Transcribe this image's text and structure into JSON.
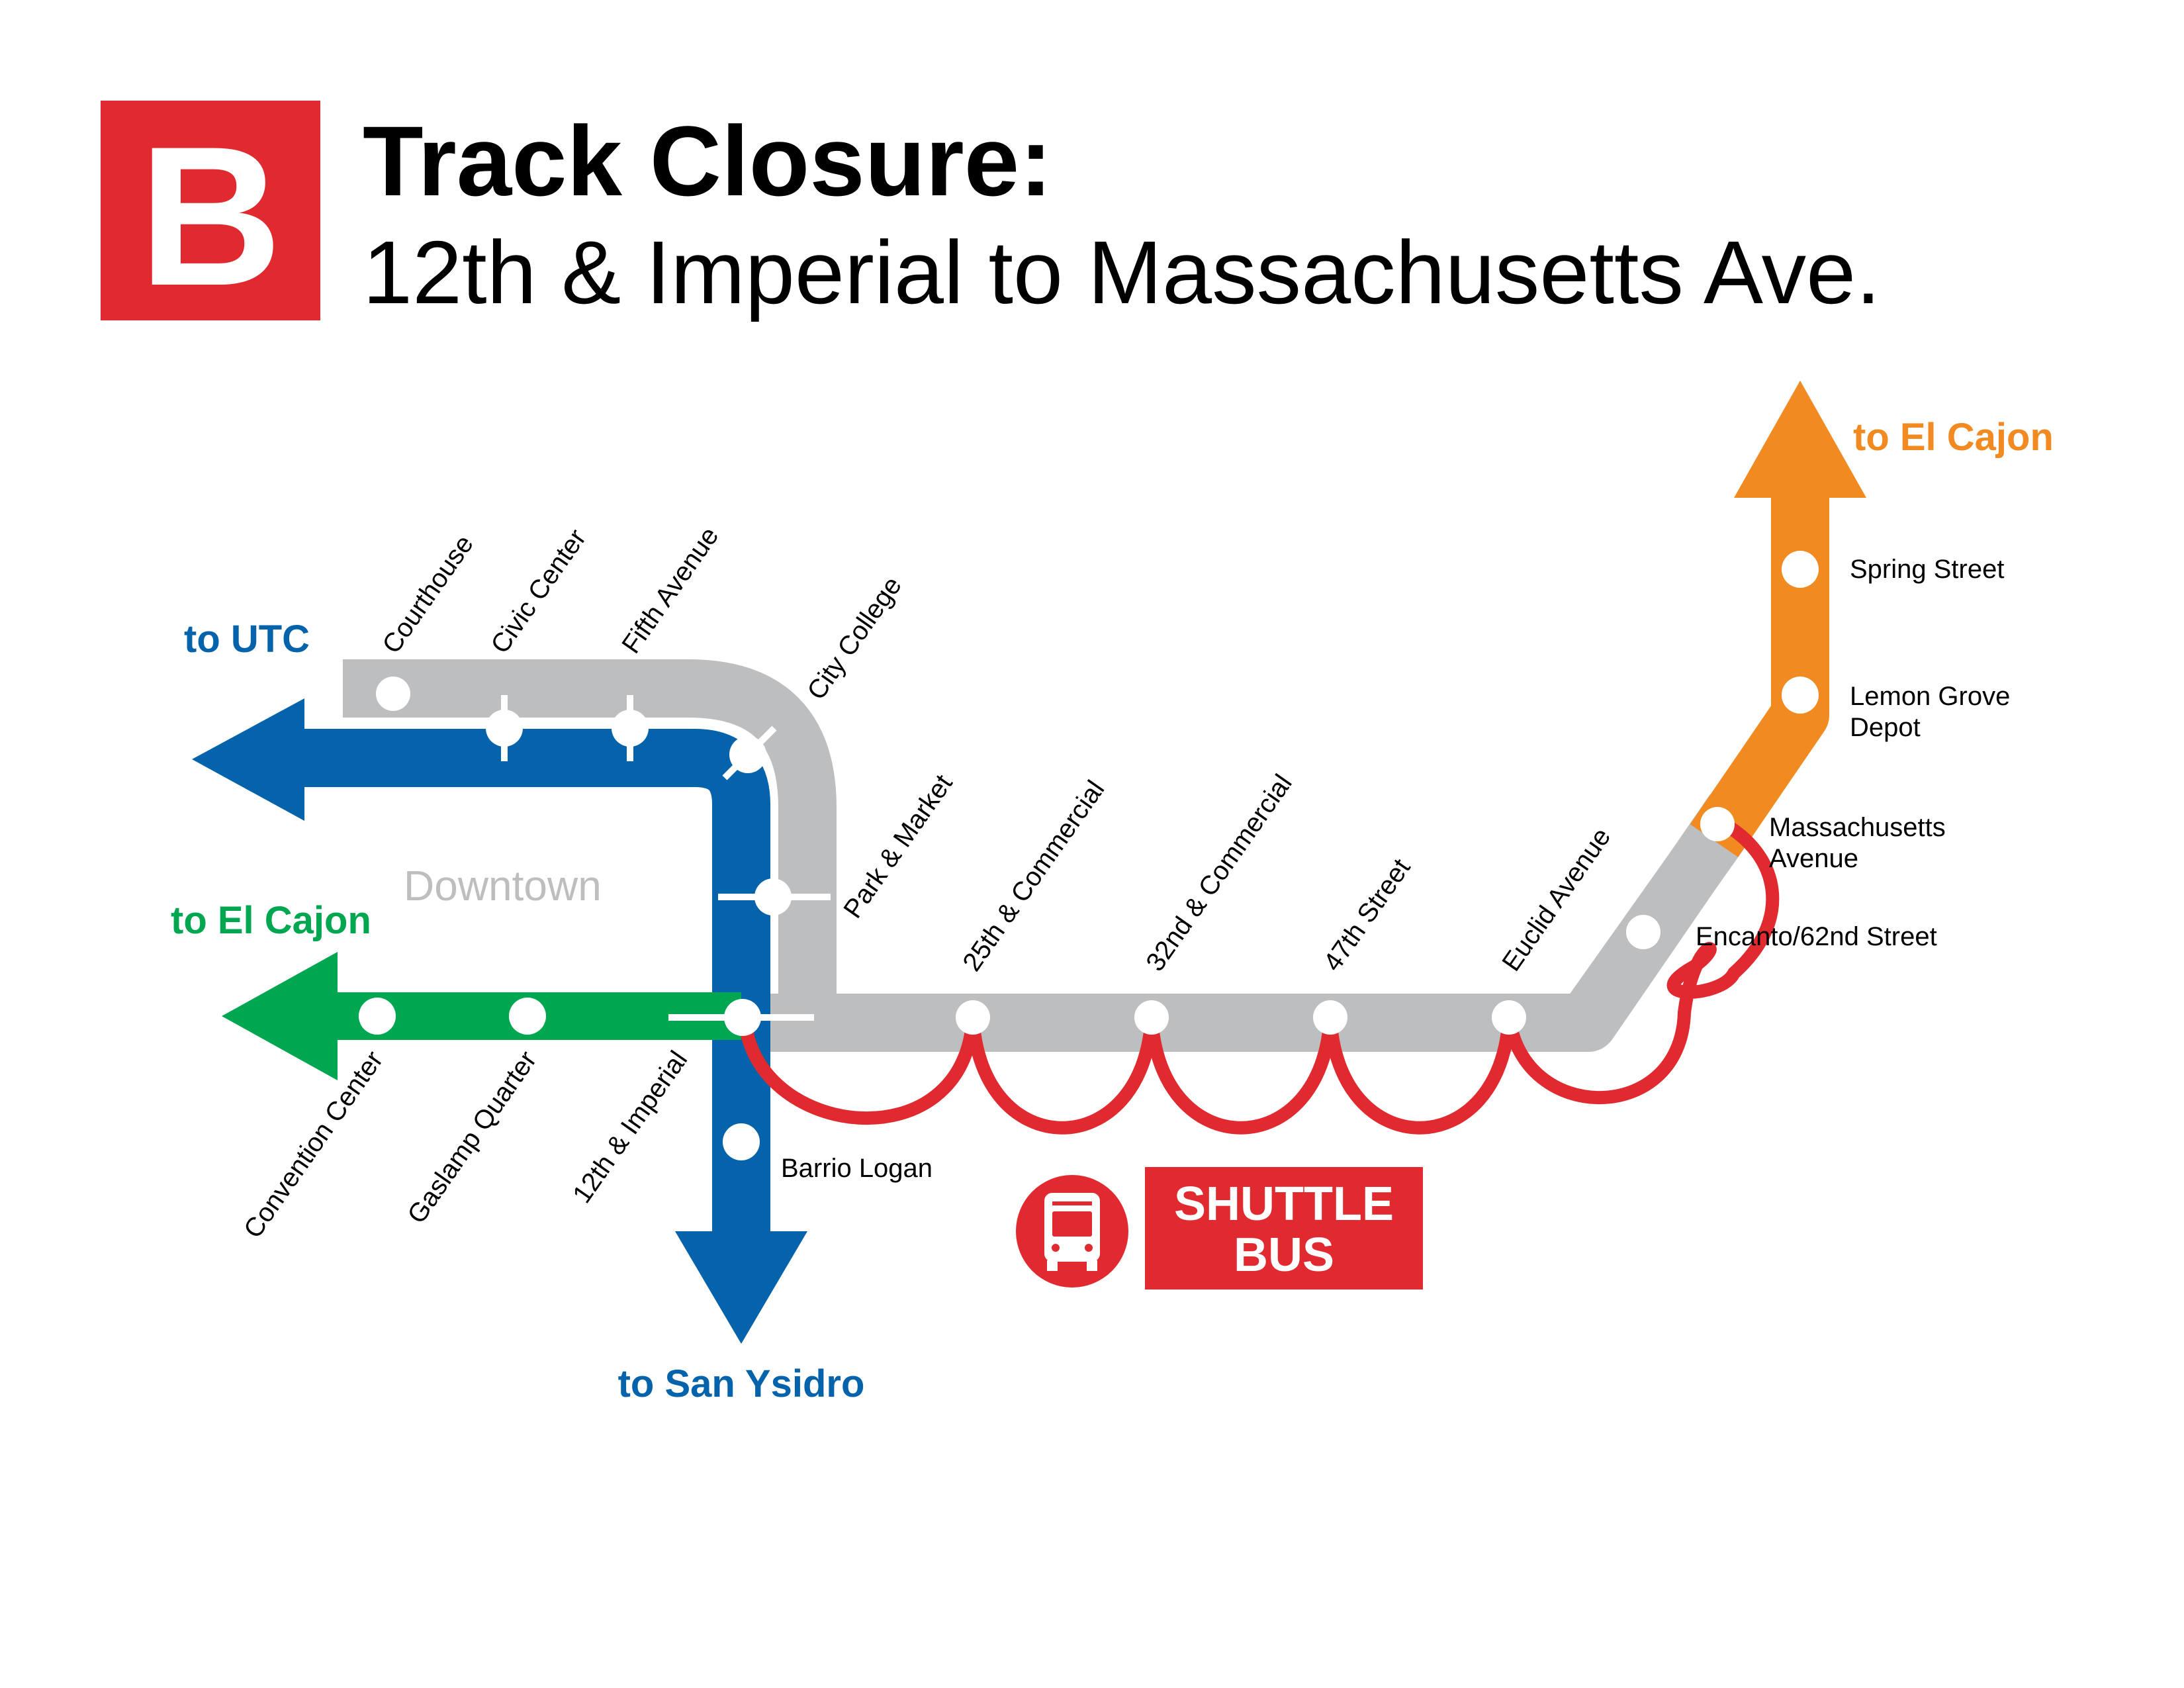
{
  "header": {
    "line_letter": "B",
    "title": "Track Closure:",
    "subtitle": "12th & Imperial to Massachusetts Ave."
  },
  "colors": {
    "badge_red": "#e02a2f",
    "blue_line": "#0563ab",
    "green_line": "#00a650",
    "orange_line": "#f08a21",
    "closed_track_gray": "#bdbec0",
    "shuttle_red": "#e02a2f"
  },
  "directions": {
    "to_utc": "to UTC",
    "to_el_cajon_green": "to El Cajon",
    "to_san_ysidro": "to San Ysidro",
    "to_el_cajon_orange": "to El Cajon"
  },
  "area_label": "Downtown",
  "stations": {
    "courthouse": "Courthouse",
    "civic_center": "Civic Center",
    "fifth_avenue": "Fifth Avenue",
    "city_college": "City College",
    "park_market": "Park & Market",
    "c25": "25th & Commercial",
    "c32": "32nd & Commercial",
    "s47": "47th Street",
    "euclid": "Euclid Avenue",
    "convention": "Convention Center",
    "gaslamp": "Gaslamp Quarter",
    "imperial": "12th & Imperial",
    "barrio": "Barrio Logan",
    "spring": "Spring Street",
    "lemon_1": "Lemon Grove",
    "lemon_2": "Depot",
    "mass_1": "Massachusetts",
    "mass_2": "Avenue",
    "encanto": "Encanto/62nd Street"
  },
  "shuttle": {
    "line1": "SHUTTLE",
    "line2": "BUS",
    "icon": "bus-icon"
  }
}
